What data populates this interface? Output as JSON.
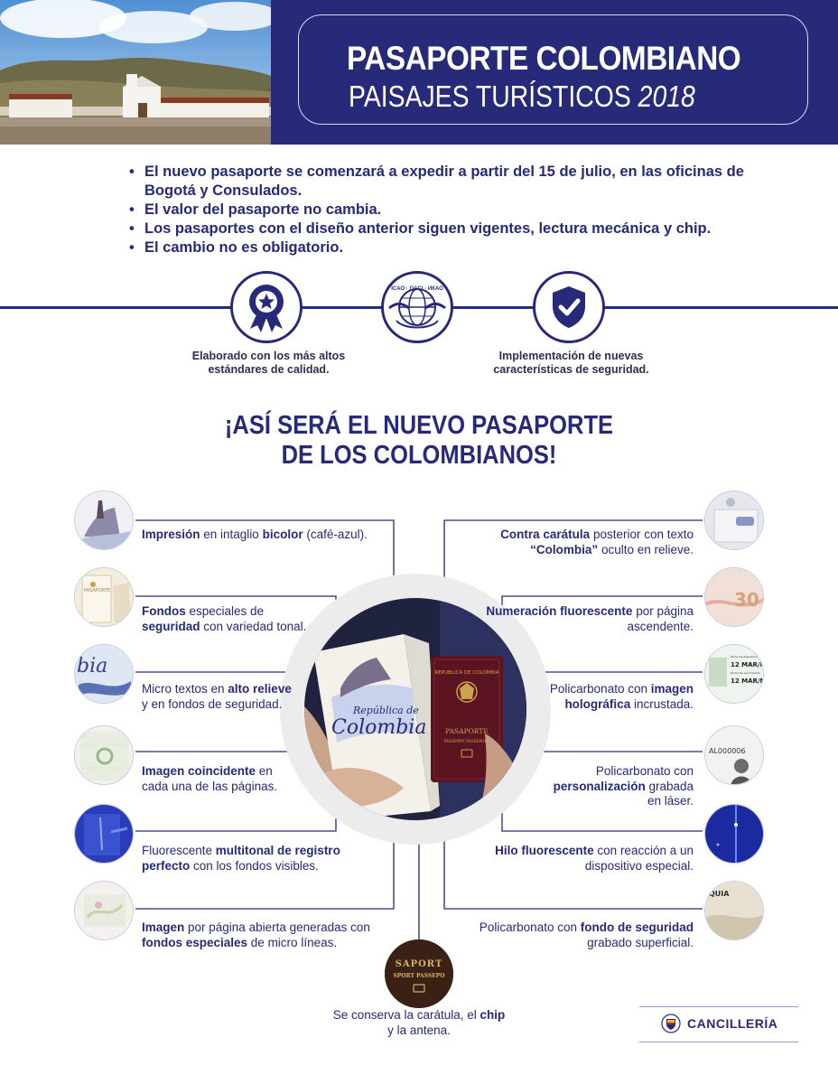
{
  "header": {
    "title": "PASAPORTE COLOMBIANO",
    "subtitle": "PAISAJES TURÍSTICOS",
    "year": "2018"
  },
  "bullets": [
    "El nuevo pasaporte se comenzará a expedir a partir del 15 de julio, en las oficinas de Bogotá y Consulados.",
    "El valor del pasaporte no cambia.",
    "Los pasaportes con el diseño anterior siguen vigentes, lectura mecánica y chip.",
    "El cambio no es obligatorio."
  ],
  "badges": {
    "quality_caption_1": "Elaborado con los más altos",
    "quality_caption_2": "estándares de calidad.",
    "icao_text": "ICAO · OACI · ИКАО",
    "security_caption_1": "Implementación de nuevas",
    "security_caption_2": "características de seguridad."
  },
  "headline": {
    "line1": "¡ASÍ SERÁ EL NUEVO PASAPORTE",
    "line2": "DE LOS COLOMBIANOS!"
  },
  "center": {
    "republic_label": "REPUBLICA DE COLOMBIA",
    "passport_label": "PASAPORTE",
    "passport_sub": "PASSPORT  PASSEPORT",
    "page_script_1": "República de",
    "page_script_2": "Colombia"
  },
  "features_left": [
    {
      "b1": "Impresión",
      "t1": " en intaglio ",
      "b2": "bicolor",
      "t2": " (café-azul)."
    },
    {
      "b1": "Fondos",
      "t1": " especiales de ",
      "b2": "seguridad",
      "t2": " con variedad tonal."
    },
    {
      "b1": "",
      "t1": "Micro textos en ",
      "b2": "alto relieve",
      "t2": " y en fondos de seguridad."
    },
    {
      "b1": "Imagen coincidente",
      "t1": " en cada una de las páginas.",
      "b2": "",
      "t2": ""
    },
    {
      "b1": "",
      "t1": "Fluorescente ",
      "b2": "multitonal de registro perfecto",
      "t2": " con los fondos visibles."
    },
    {
      "b1": "Imagen",
      "t1": " por página abierta generadas con ",
      "b2": "fondos especiales",
      "t2": " de micro líneas."
    }
  ],
  "features_right": [
    {
      "b1": "Contra carátula",
      "t1": " posterior con texto ",
      "b2": "“Colombia”",
      "t2": " oculto en relieve."
    },
    {
      "b1": "Numeración fluorescente",
      "t1": " por página ascendente.",
      "b2": "",
      "t2": ""
    },
    {
      "b1": "",
      "t1": "Policarbonato con ",
      "b2": "imagen holográfica",
      "t2": " incrustada."
    },
    {
      "b1": "",
      "t1": "Policarbonato con ",
      "b2": "personalización",
      "t2": " grabada en láser."
    },
    {
      "b1": "Hilo fluorescente",
      "t1": " con reacción a un dispositivo especial.",
      "b2": "",
      "t2": ""
    },
    {
      "b1": "",
      "t1": "Policarbonato con ",
      "b2": "fondo de seguridad",
      "t2": " grabado superficial."
    }
  ],
  "thumb_labels": {
    "l1_word": "bia",
    "l2_word": "PASAPORTE",
    "r2_number": "30",
    "r3_line1": "Fecha de expedición",
    "r3_line2": "12 MAR/M",
    "r3_line3": "Fecha de vencimiento",
    "r3_line4": "12 MAR/M",
    "r4_code": "AL000006",
    "r6_word": "QUIA"
  },
  "cover": {
    "line1": "SAPORT",
    "line2": "SPORT PASSEPO",
    "caption_t1": "Se conserva la carátula, el ",
    "caption_b1": "chip",
    "caption_t2": " y la antena."
  },
  "footer": {
    "logo_name": "CANCILLERÍA"
  },
  "colors": {
    "navy": "#262a78",
    "ring": "#ececec",
    "passport": "#5b1420",
    "gold": "#c9a44a"
  }
}
